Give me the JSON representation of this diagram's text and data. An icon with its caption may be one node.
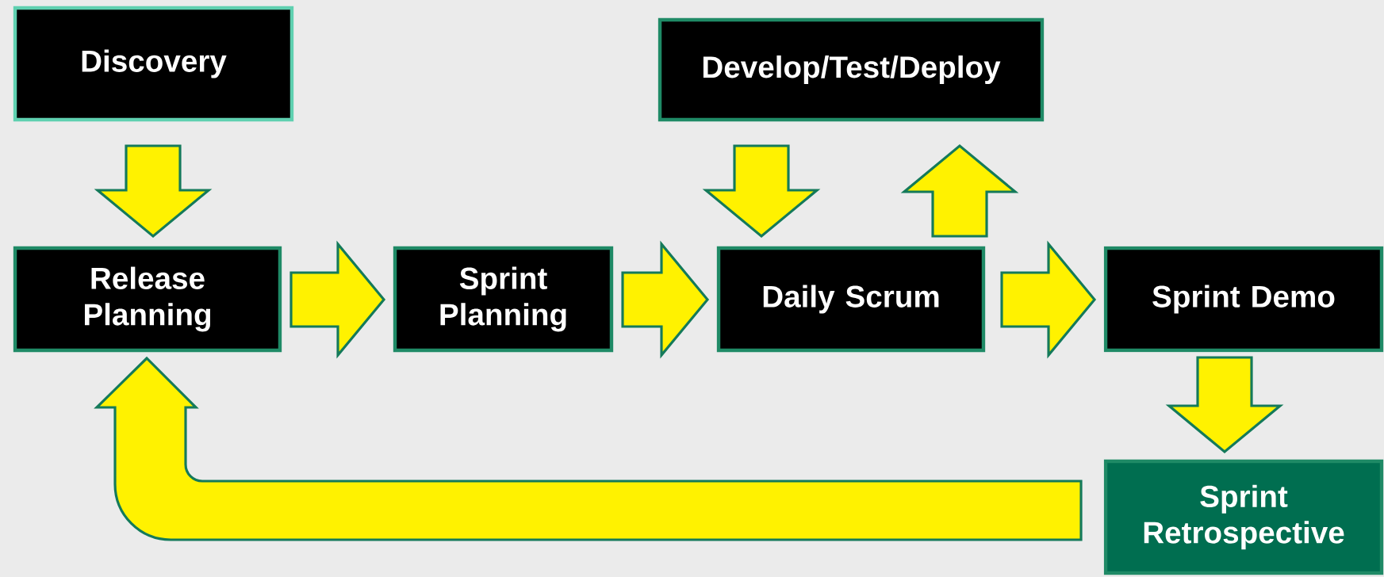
{
  "diagram": {
    "nodes": [
      {
        "text": [
          "Discovery"
        ]
      },
      {
        "text": [
          "Develop/Test/Deploy"
        ]
      },
      {
        "text": [
          "Release Planning"
        ]
      },
      {
        "text": [
          "Sprint Planning"
        ]
      },
      {
        "text": [
          "Daily Scrum"
        ]
      },
      {
        "text": [
          "Sprint Demo"
        ]
      },
      {
        "text": [
          "Sprint Retrospective"
        ]
      }
    ],
    "edges": [
      {
        "from": 0,
        "to": 2,
        "arrow": "to"
      },
      {
        "from": 2,
        "to": 3,
        "arrow": "to"
      },
      {
        "from": 3,
        "to": 4,
        "arrow": "to"
      },
      {
        "from": 1,
        "to": 4,
        "arrow": "to"
      },
      {
        "from": 4,
        "to": 1,
        "arrow": "to"
      },
      {
        "from": 4,
        "to": 5,
        "arrow": "to"
      },
      {
        "from": 5,
        "to": 6,
        "arrow": "to"
      },
      {
        "from": 6,
        "to": 2,
        "arrow": "to"
      }
    ]
  }
}
